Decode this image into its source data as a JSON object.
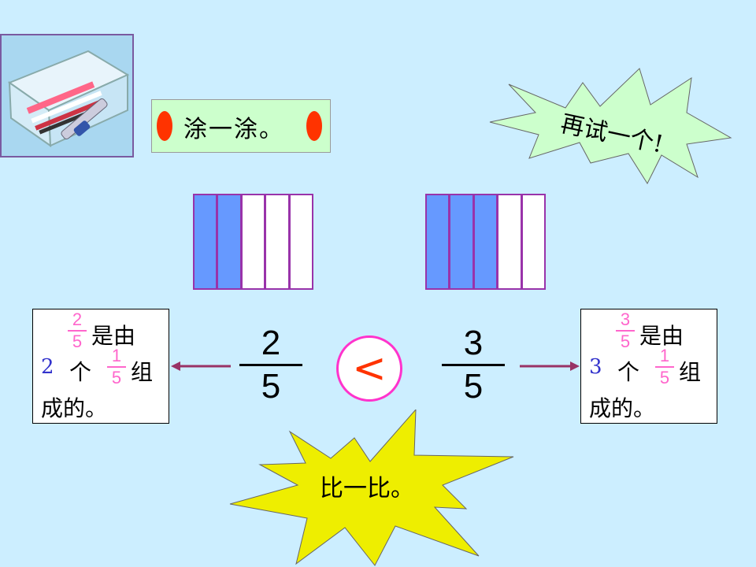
{
  "instruction": {
    "text": "涂一涂。"
  },
  "burst_try": {
    "text": "再试一个!"
  },
  "burst_compare": {
    "text": "比一比。"
  },
  "left": {
    "bar": {
      "filled": 2,
      "total": 5
    },
    "fraction": {
      "numerator": "2",
      "denominator": "5"
    },
    "note": {
      "frac": {
        "numerator": "2",
        "denominator": "5"
      },
      "line1": "是由",
      "count": "2",
      "ge": "个",
      "unit": {
        "numerator": "1",
        "denominator": "5"
      },
      "zu": "组",
      "line3": "成的。"
    }
  },
  "right": {
    "bar": {
      "filled": 3,
      "total": 5
    },
    "fraction": {
      "numerator": "3",
      "denominator": "5"
    },
    "note": {
      "frac": {
        "numerator": "3",
        "denominator": "5"
      },
      "line1": "是由",
      "count": "3",
      "ge": "个",
      "unit": {
        "numerator": "1",
        "denominator": "5"
      },
      "zu": "组",
      "line3": "成的。"
    }
  },
  "compare": {
    "symbol": "<"
  },
  "colors": {
    "background": "#cceeff",
    "bar_filled": "#6699ff",
    "bar_border": "#9933aa",
    "burst_green": "#ccffcc",
    "burst_yellow": "#eeee00",
    "oval": "#ff3300",
    "arrow": "#993366",
    "fraction_pink": "#ff66cc"
  }
}
